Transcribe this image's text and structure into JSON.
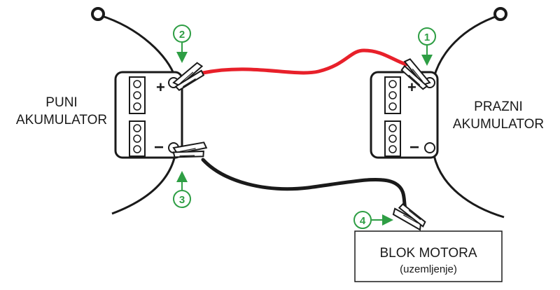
{
  "labels": {
    "full_line1": "PUNI",
    "full_line2": "AKUMULATOR",
    "empty_line1": "PRAZNI",
    "empty_line2": "AKUMULATOR",
    "engine_block": "BLOK MOTORA",
    "ground": "(uzemljenje)"
  },
  "terminals": {
    "plus": "+",
    "minus": "−"
  },
  "steps": [
    "1",
    "2",
    "3",
    "4"
  ],
  "colors": {
    "cable_red": "#e8202a",
    "cable_black": "#1a1a1a",
    "step_green": "#2e9e44",
    "outline": "#1a1a1a",
    "terminal_plus": "#e8202a",
    "terminal_minus": "#1a1a1a"
  }
}
